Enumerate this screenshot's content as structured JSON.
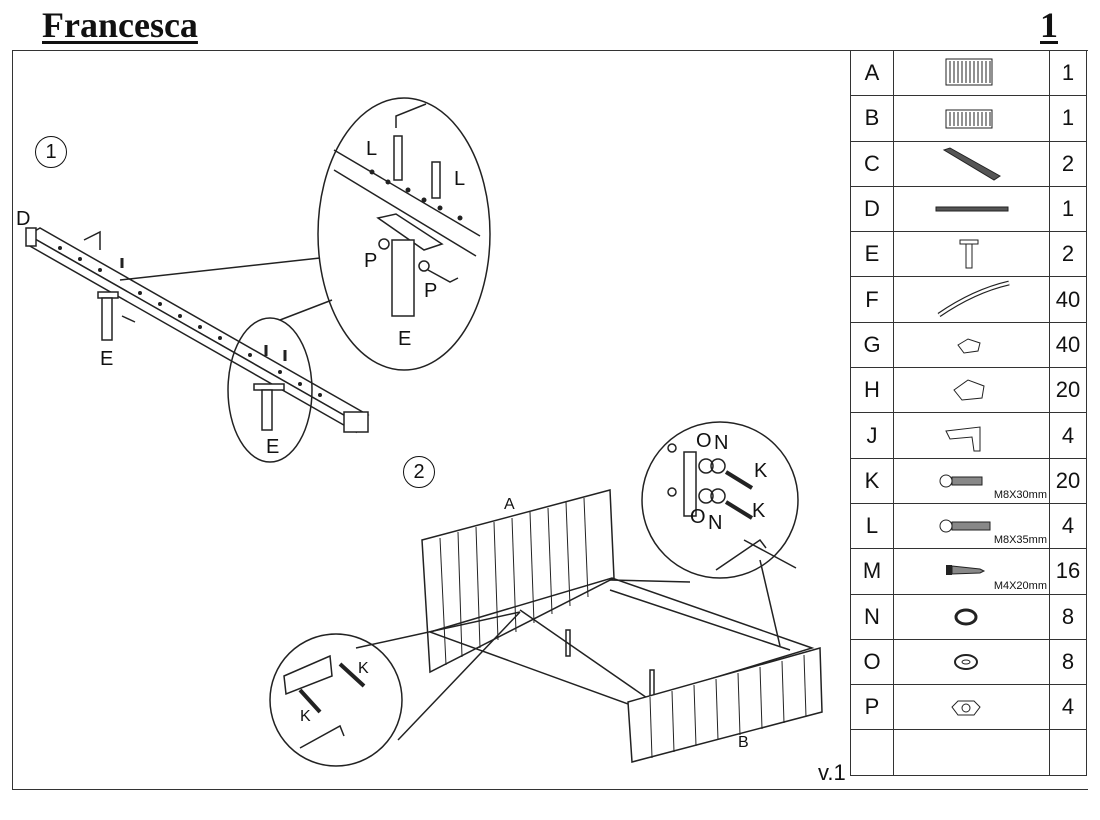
{
  "header": {
    "title": "Francesca",
    "page": "1"
  },
  "version": "v.1",
  "steps": [
    "1",
    "2"
  ],
  "labels": {
    "step1": {
      "D": "D",
      "E_main": "E",
      "E_detail": "E",
      "E_zoom": "E",
      "L1": "L",
      "L2": "L",
      "P1": "P",
      "P2": "P"
    },
    "step2": {
      "A": "A",
      "B": "B",
      "O1": "O",
      "N1": "N",
      "O2": "O",
      "N2": "N",
      "K1": "K",
      "K2": "K",
      "K3": "K",
      "K4": "K"
    }
  },
  "parts": [
    {
      "letter": "A",
      "qty": "1",
      "icon": "headboard-icon"
    },
    {
      "letter": "B",
      "qty": "1",
      "icon": "footboard-icon"
    },
    {
      "letter": "C",
      "qty": "2",
      "icon": "side-rail-icon"
    },
    {
      "letter": "D",
      "qty": "1",
      "icon": "center-beam-icon"
    },
    {
      "letter": "E",
      "qty": "2",
      "icon": "support-leg-icon"
    },
    {
      "letter": "F",
      "qty": "40",
      "icon": "slat-icon"
    },
    {
      "letter": "G",
      "qty": "40",
      "icon": "slat-holder-icon"
    },
    {
      "letter": "H",
      "qty": "20",
      "icon": "double-slat-holder-icon"
    },
    {
      "letter": "J",
      "qty": "4",
      "icon": "corner-bracket-icon"
    },
    {
      "letter": "K",
      "qty": "20",
      "icon": "bolt-icon",
      "size": "M8X30mm"
    },
    {
      "letter": "L",
      "qty": "4",
      "icon": "long-bolt-icon",
      "size": "M8X35mm"
    },
    {
      "letter": "M",
      "qty": "16",
      "icon": "screw-icon",
      "size": "M4X20mm"
    },
    {
      "letter": "N",
      "qty": "8",
      "icon": "spring-washer-icon"
    },
    {
      "letter": "O",
      "qty": "8",
      "icon": "flat-washer-icon"
    },
    {
      "letter": "P",
      "qty": "4",
      "icon": "hex-nut-icon"
    },
    {
      "letter": "",
      "qty": "",
      "icon": ""
    }
  ]
}
